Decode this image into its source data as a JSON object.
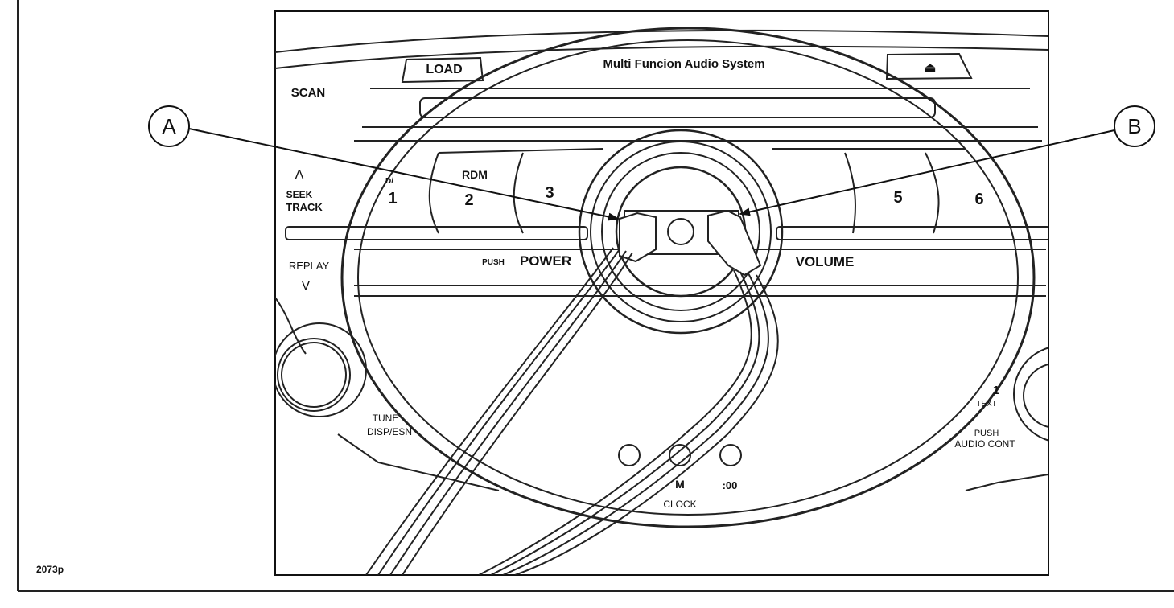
{
  "figure": {
    "id_label": "2073p",
    "callouts": {
      "a": "A",
      "b": "B"
    },
    "panel": {
      "title": "Multi Funcion Audio System",
      "load": "LOAD",
      "eject_symbol": "⏏",
      "scan": "SCAN",
      "seek_up": "Λ",
      "seek": "SEEK",
      "track": "TRACK",
      "replay": "REPLAY",
      "replay_down": "V",
      "presets": [
        "1",
        "2",
        "3",
        "5",
        "6"
      ],
      "preset_sub_1": "D/",
      "preset_sub_2": "RDM",
      "push": "PUSH",
      "power": "POWER",
      "volume": "VOLUME",
      "tune": "TUNE",
      "disp": "DISP/ESN",
      "text_arrow": "1",
      "text": "TEXT",
      "push2": "PUSH",
      "audio_cont": "AUDIO CONT",
      "clock_m": "M",
      "clock_00": ":00",
      "clock": "CLOCK"
    }
  }
}
